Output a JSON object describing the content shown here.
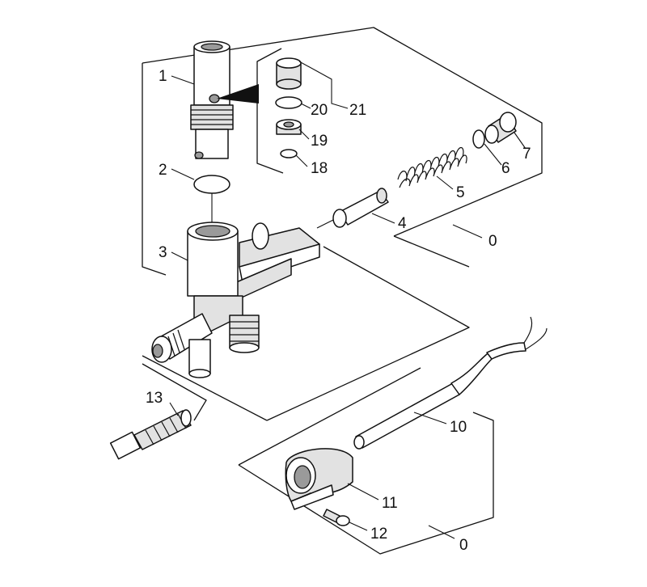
{
  "callouts": {
    "c1": "1",
    "c2": "2",
    "c3": "3",
    "c4": "4",
    "c5": "5",
    "c6": "6",
    "c7": "7",
    "c0_top": "0",
    "c18": "18",
    "c19": "19",
    "c20": "20",
    "c21": "21",
    "c13": "13",
    "c10": "10",
    "c11": "11",
    "c12": "12",
    "c0_bottom": "0"
  }
}
